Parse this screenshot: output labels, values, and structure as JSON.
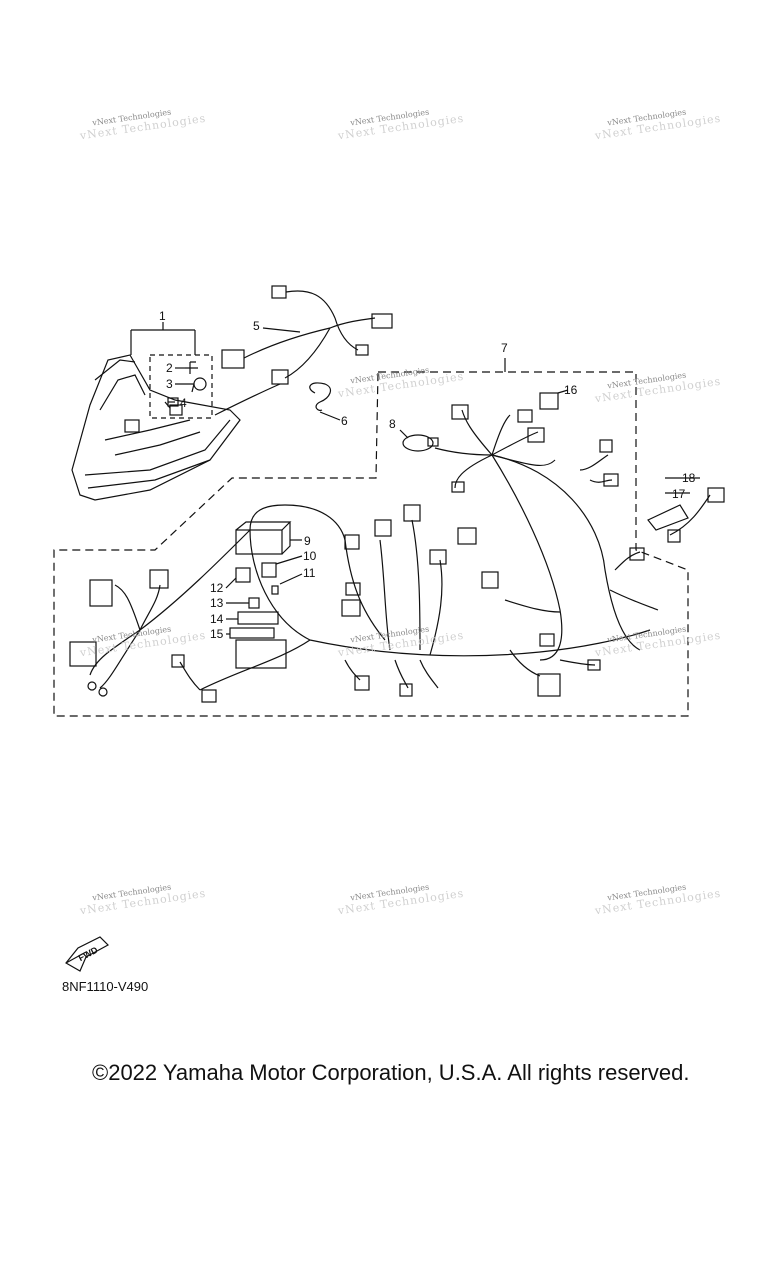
{
  "watermark": "vNext Technologies",
  "callouts": [
    "1",
    "2",
    "3",
    "4",
    "5",
    "6",
    "7",
    "8",
    "9",
    "10",
    "11",
    "12",
    "13",
    "14",
    "15",
    "16",
    "17",
    "18"
  ],
  "fwd_label": "FWD",
  "part_code": "8NF1110-V490",
  "copyright": "©2022 Yamaha Motor Corporation, U.S.A. All rights reserved."
}
